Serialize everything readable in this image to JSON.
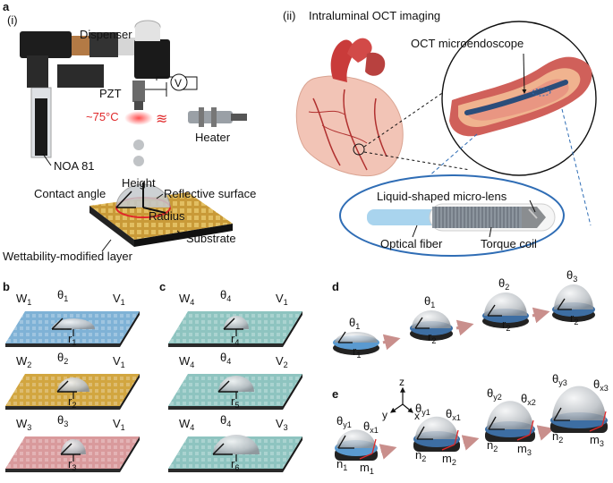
{
  "panels": {
    "a": {
      "letter": "a",
      "sub_i": {
        "label": "(i)",
        "labels": {
          "dispenser": "Dispenser",
          "pzt": "PZT",
          "voltage": "V",
          "temperature": "~75°C",
          "heater": "Heater",
          "resin": "NOA 81",
          "height": "Height",
          "contact_angle": "Contact angle",
          "reflective_surface": "Reflective surface",
          "radius": "Radius",
          "substrate": "Substrate",
          "wettability_layer": "Wettability-modified layer"
        }
      },
      "sub_ii": {
        "label": "(ii)",
        "title": "Intraluminal OCT imaging",
        "labels": {
          "oct_microendoscope": "OCT microendoscope",
          "micro_lens": "Liquid-shaped micro-lens",
          "optical_fiber": "Optical fiber",
          "torque_coil": "Torque coil"
        }
      }
    },
    "b": {
      "letter": "b",
      "rows": [
        {
          "w": "W",
          "w_sub": "1",
          "theta_sub": "1",
          "v": "V",
          "v_sub": "1",
          "r_sub": "1",
          "color": "#7fb2d6"
        },
        {
          "w": "W",
          "w_sub": "2",
          "theta_sub": "2",
          "v": "V",
          "v_sub": "1",
          "r_sub": "2",
          "color": "#d2a640"
        },
        {
          "w": "W",
          "w_sub": "3",
          "theta_sub": "3",
          "v": "V",
          "v_sub": "1",
          "r_sub": "3",
          "color": "#d99a9c"
        }
      ]
    },
    "c": {
      "letter": "c",
      "rows": [
        {
          "w": "W",
          "w_sub": "4",
          "theta_sub": "4",
          "v": "V",
          "v_sub": "1",
          "r_sub": "4",
          "color": "#8ec4c0"
        },
        {
          "w": "W",
          "w_sub": "4",
          "theta_sub": "4",
          "v": "V",
          "v_sub": "2",
          "r_sub": "5",
          "color": "#8ec4c0"
        },
        {
          "w": "W",
          "w_sub": "4",
          "theta_sub": "4",
          "v": "V",
          "v_sub": "3",
          "r_sub": "6",
          "color": "#8ec4c0"
        }
      ]
    },
    "d": {
      "letter": "d",
      "stages": [
        {
          "theta_sub": "1",
          "r_sub": "1"
        },
        {
          "theta_sub": "1",
          "r_sub": "2"
        },
        {
          "theta_sub": "2",
          "r_sub": "2"
        },
        {
          "theta_sub": "3",
          "r_sub": "2"
        }
      ]
    },
    "e": {
      "letter": "e",
      "axes": {
        "x": "x",
        "y": "y",
        "z": "z"
      },
      "stages": [
        {
          "theta_y": "y1",
          "theta_x": "x1",
          "n": "1",
          "m": "1"
        },
        {
          "theta_y": "y1",
          "theta_x": "x1",
          "n": "2",
          "m": "2"
        },
        {
          "theta_y": "y2",
          "theta_x": "x2",
          "n": "2",
          "m": "3"
        },
        {
          "theta_y": "y3",
          "theta_x": "x3",
          "n": "2",
          "m": "3"
        }
      ]
    }
  },
  "symbols": {
    "theta": "θ",
    "r": "r",
    "n": "n",
    "m": "m"
  },
  "colors": {
    "accent_red": "#e0282a",
    "blue_ellipse": "#2f6db5",
    "heart_red": "#d24a48",
    "droplet_gray": "#bfc3c7",
    "base_blue": "#3d6ea3"
  }
}
